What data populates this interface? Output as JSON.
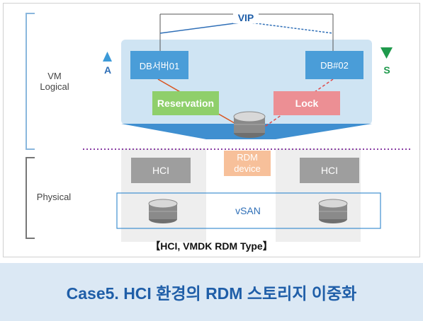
{
  "diagram": {
    "vip_label": "VIP",
    "vm_label_line1": "VM",
    "vm_label_line2": "Logical",
    "physical_label": "Physical",
    "active_label": "A",
    "standby_label": "S",
    "db1_label": "DB서버01",
    "db2_label": "DB#02",
    "reservation_label": "Reservation",
    "lock_label": "Lock",
    "rdm_line1": "RDM",
    "rdm_line2": "device",
    "hci_left_label": "HCI",
    "hci_right_label": "HCI",
    "vsan_label": "vSAN",
    "subtitle": "【HCI, VMDK RDM Type】"
  },
  "caption": {
    "title": "Case5. HCI 환경의 RDM 스토리지 이중화"
  },
  "colors": {
    "logical_bg": "#cfe4f3",
    "funnel": "#3f8fd0",
    "db_box": "#4a9dd8",
    "reservation": "#8fcf6b",
    "lock": "#ec8f94",
    "active_arrow": "#3c9ad8",
    "standby_arrow": "#1f9a4c",
    "caption_bg": "#dbe8f4",
    "caption_text": "#1f5ea8"
  }
}
